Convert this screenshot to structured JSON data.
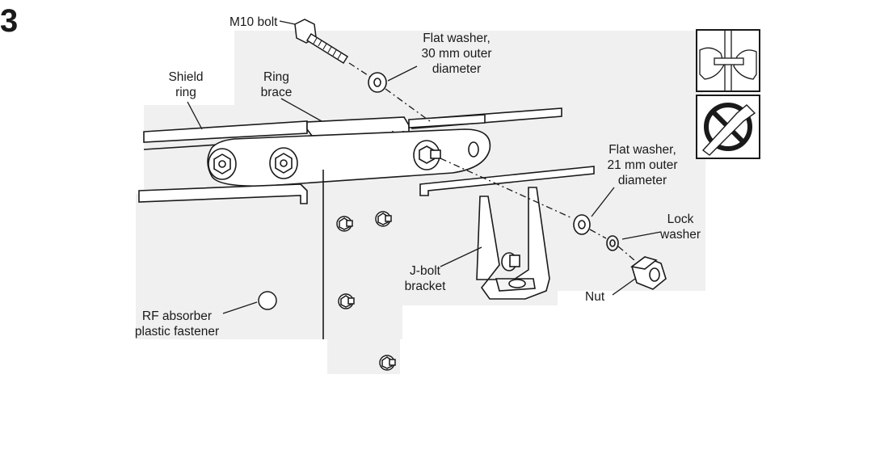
{
  "step_number": "3",
  "labels": {
    "bolt": "M10 bolt",
    "flat_washer_30": [
      "Flat washer,",
      "30 mm outer",
      "diameter"
    ],
    "shield_ring": [
      "Shield",
      "ring"
    ],
    "ring_brace": [
      "Ring",
      "brace"
    ],
    "flat_washer_21": [
      "Flat washer,",
      "21 mm outer",
      "diameter"
    ],
    "lock_washer": [
      "Lock",
      "washer"
    ],
    "j_bolt_bracket": [
      "J-bolt",
      "bracket"
    ],
    "nut": "Nut",
    "rf_absorber": [
      "RF absorber",
      "plastic fastener"
    ]
  },
  "icons": [
    "hand-tightening-icon",
    "no-power-tool-icon"
  ]
}
